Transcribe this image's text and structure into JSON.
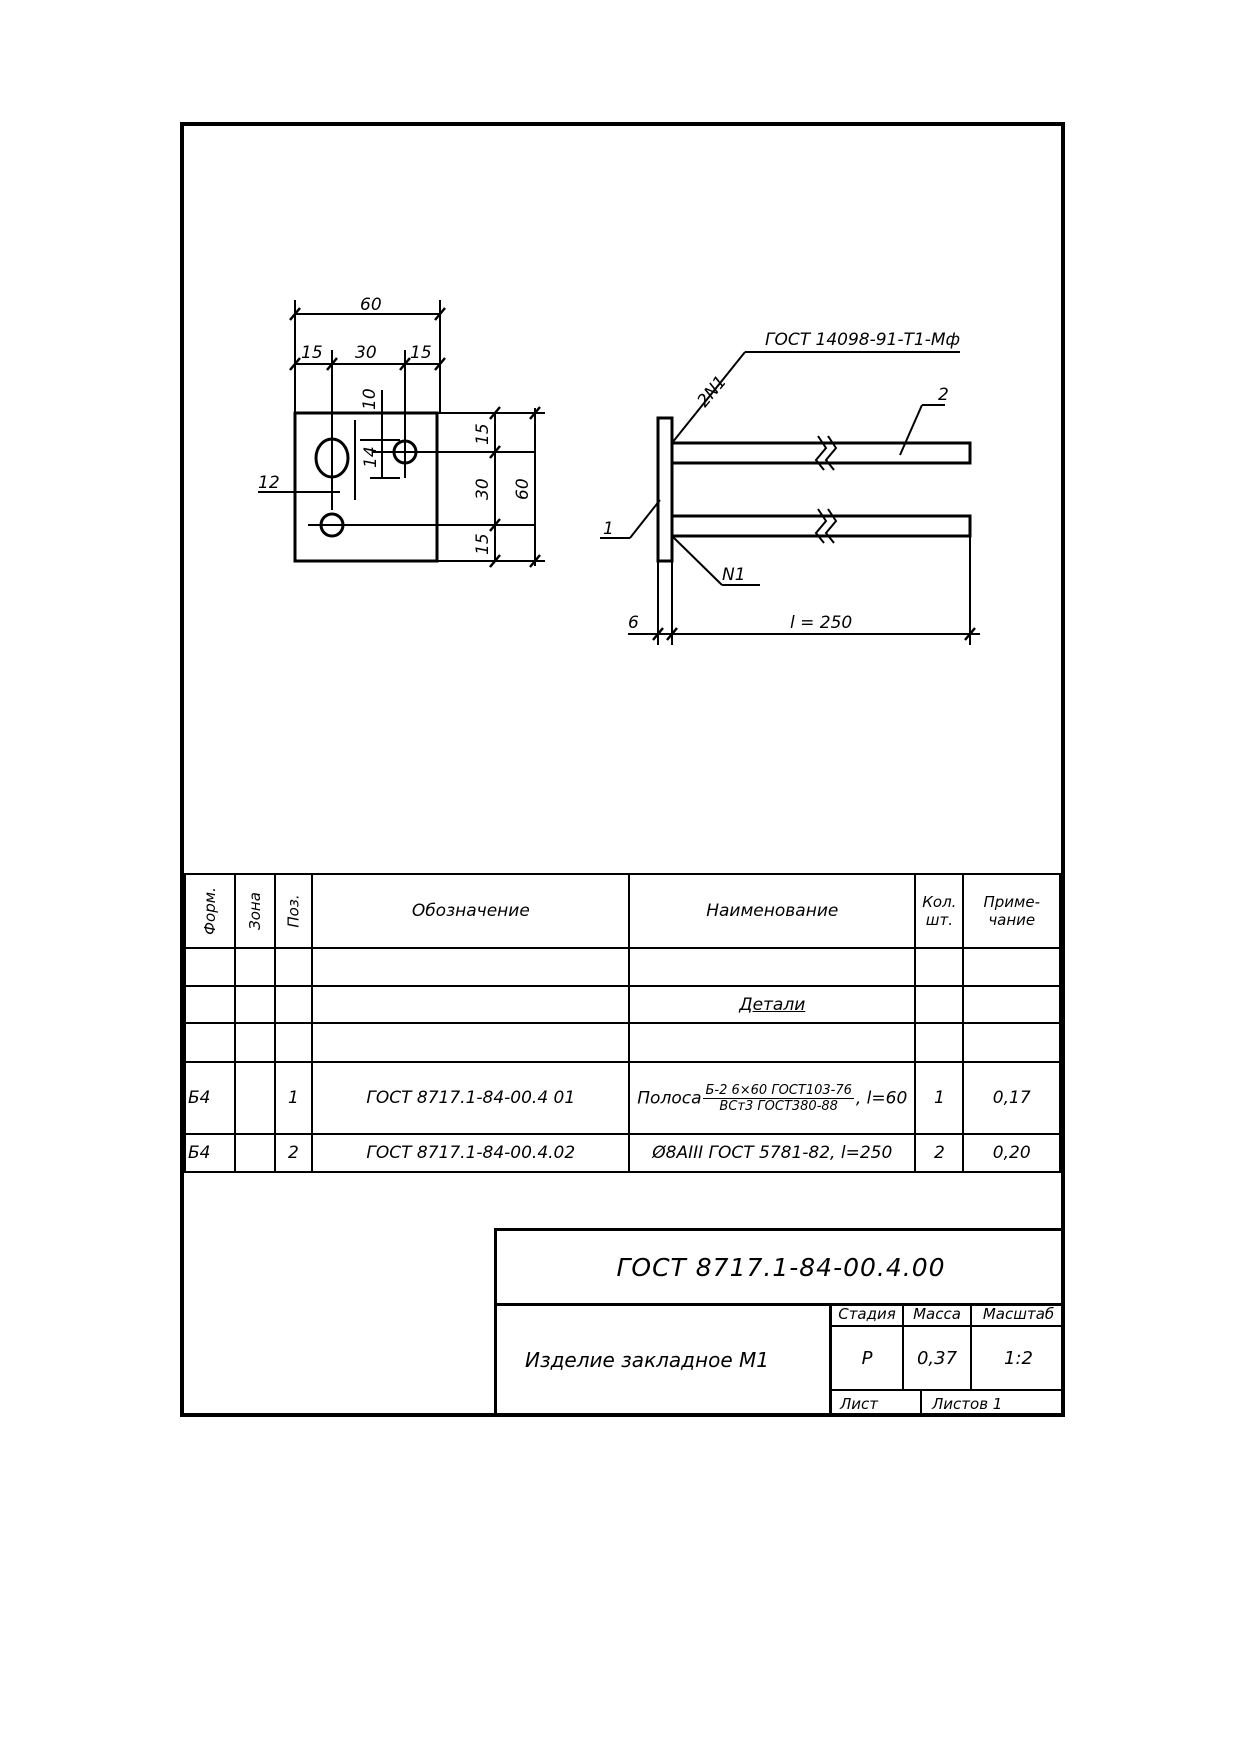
{
  "drawing": {
    "dimensions": {
      "overall_width": "60",
      "left_margin": "15",
      "hole_spacing": "30",
      "right_margin": "15",
      "vertical_offset_top": "10",
      "hole_offset": "14",
      "edge_offset": "12",
      "height_top": "15",
      "height_middle": "30",
      "height_bottom": "15",
      "overall_height": "60",
      "plate_thickness": "6",
      "bar_length": "l = 250"
    },
    "annotations": {
      "weld_standard": "ГОСТ 14098-91-Т1-Мф",
      "weld_top": "2N1",
      "weld_bottom": "N1",
      "position_1": "1",
      "position_2": "2"
    }
  },
  "spec_table": {
    "headers": {
      "format": "Форм.",
      "zone": "Зона",
      "pos": "Поз.",
      "designation": "Обозначение",
      "name": "Наименование",
      "qty": "Кол. шт.",
      "note": "Приме- чание"
    },
    "section_title": "Детали",
    "rows": [
      {
        "format": "Б4",
        "zone": "",
        "pos": "1",
        "designation": "ГОСТ 8717.1-84-00.4 01",
        "name_prefix": "Полоса",
        "name_numerator": "Б-2 6×60 ГОСТ103-76",
        "name_denominator": "ВСт3 ГОСТ380-88",
        "name_suffix": ", l=60",
        "qty": "1",
        "note": "0,17"
      },
      {
        "format": "Б4",
        "zone": "",
        "pos": "2",
        "designation": "ГОСТ 8717.1-84-00.4.02",
        "name": "Ø8АIII ГОСТ 5781-82, l=250",
        "qty": "2",
        "note": "0,20"
      }
    ]
  },
  "title_block": {
    "code": "ГОСТ 8717.1-84-00.4.00",
    "item_name": "Изделие закладное М1",
    "stage_label": "Стадия",
    "mass_label": "Масса",
    "scale_label": "Масштаб",
    "stage": "Р",
    "mass": "0,37",
    "scale": "1:2",
    "sheet_label": "Лист",
    "sheets_label": "Листов 1"
  }
}
